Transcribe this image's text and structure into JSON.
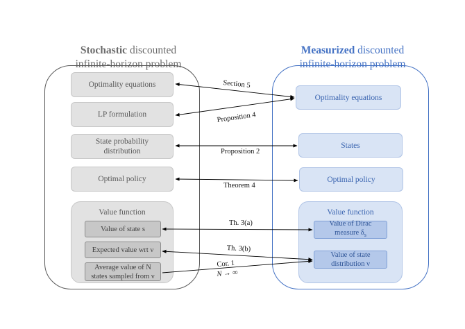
{
  "headers": {
    "left": {
      "bold": "Stochastic",
      "rest": " discounted",
      "line2": "infinite-horizon problem"
    },
    "right": {
      "bold": "Measurized",
      "rest": " discounted",
      "line2": "infinite-horizon problem"
    }
  },
  "left_boxes": {
    "optimality": "Optimality equations",
    "lp": "LP formulation",
    "state_prob_1": "State probability",
    "state_prob_2": "distribution",
    "optimal_policy": "Optimal policy",
    "value_function": "Value function",
    "value_state": "Value of state s",
    "expected_value": "Expected value wrt ν",
    "average_value_1": "Average value of N",
    "average_value_2": "states sampled from ν"
  },
  "right_boxes": {
    "optimality": "Optimality equations",
    "states": "States",
    "optimal_policy": "Optimal policy",
    "value_function": "Value function",
    "dirac_1": "Value of Dirac",
    "dirac_2": "measure δ",
    "dirac_sub": "s",
    "state_dist_1": "Value of state",
    "state_dist_2": "distribution ν"
  },
  "connections": {
    "section5": "Section 5",
    "prop4": "Proposition 4",
    "prop2": "Proposition 2",
    "thm4": "Theorem 4",
    "th3a": "Th. 3(a)",
    "th3b": "Th. 3(b)",
    "cor1": "Cor. 1",
    "cor1_sub": "N → ∞"
  },
  "colors": {
    "left_accent": "#595959",
    "right_accent": "#4472c4"
  }
}
